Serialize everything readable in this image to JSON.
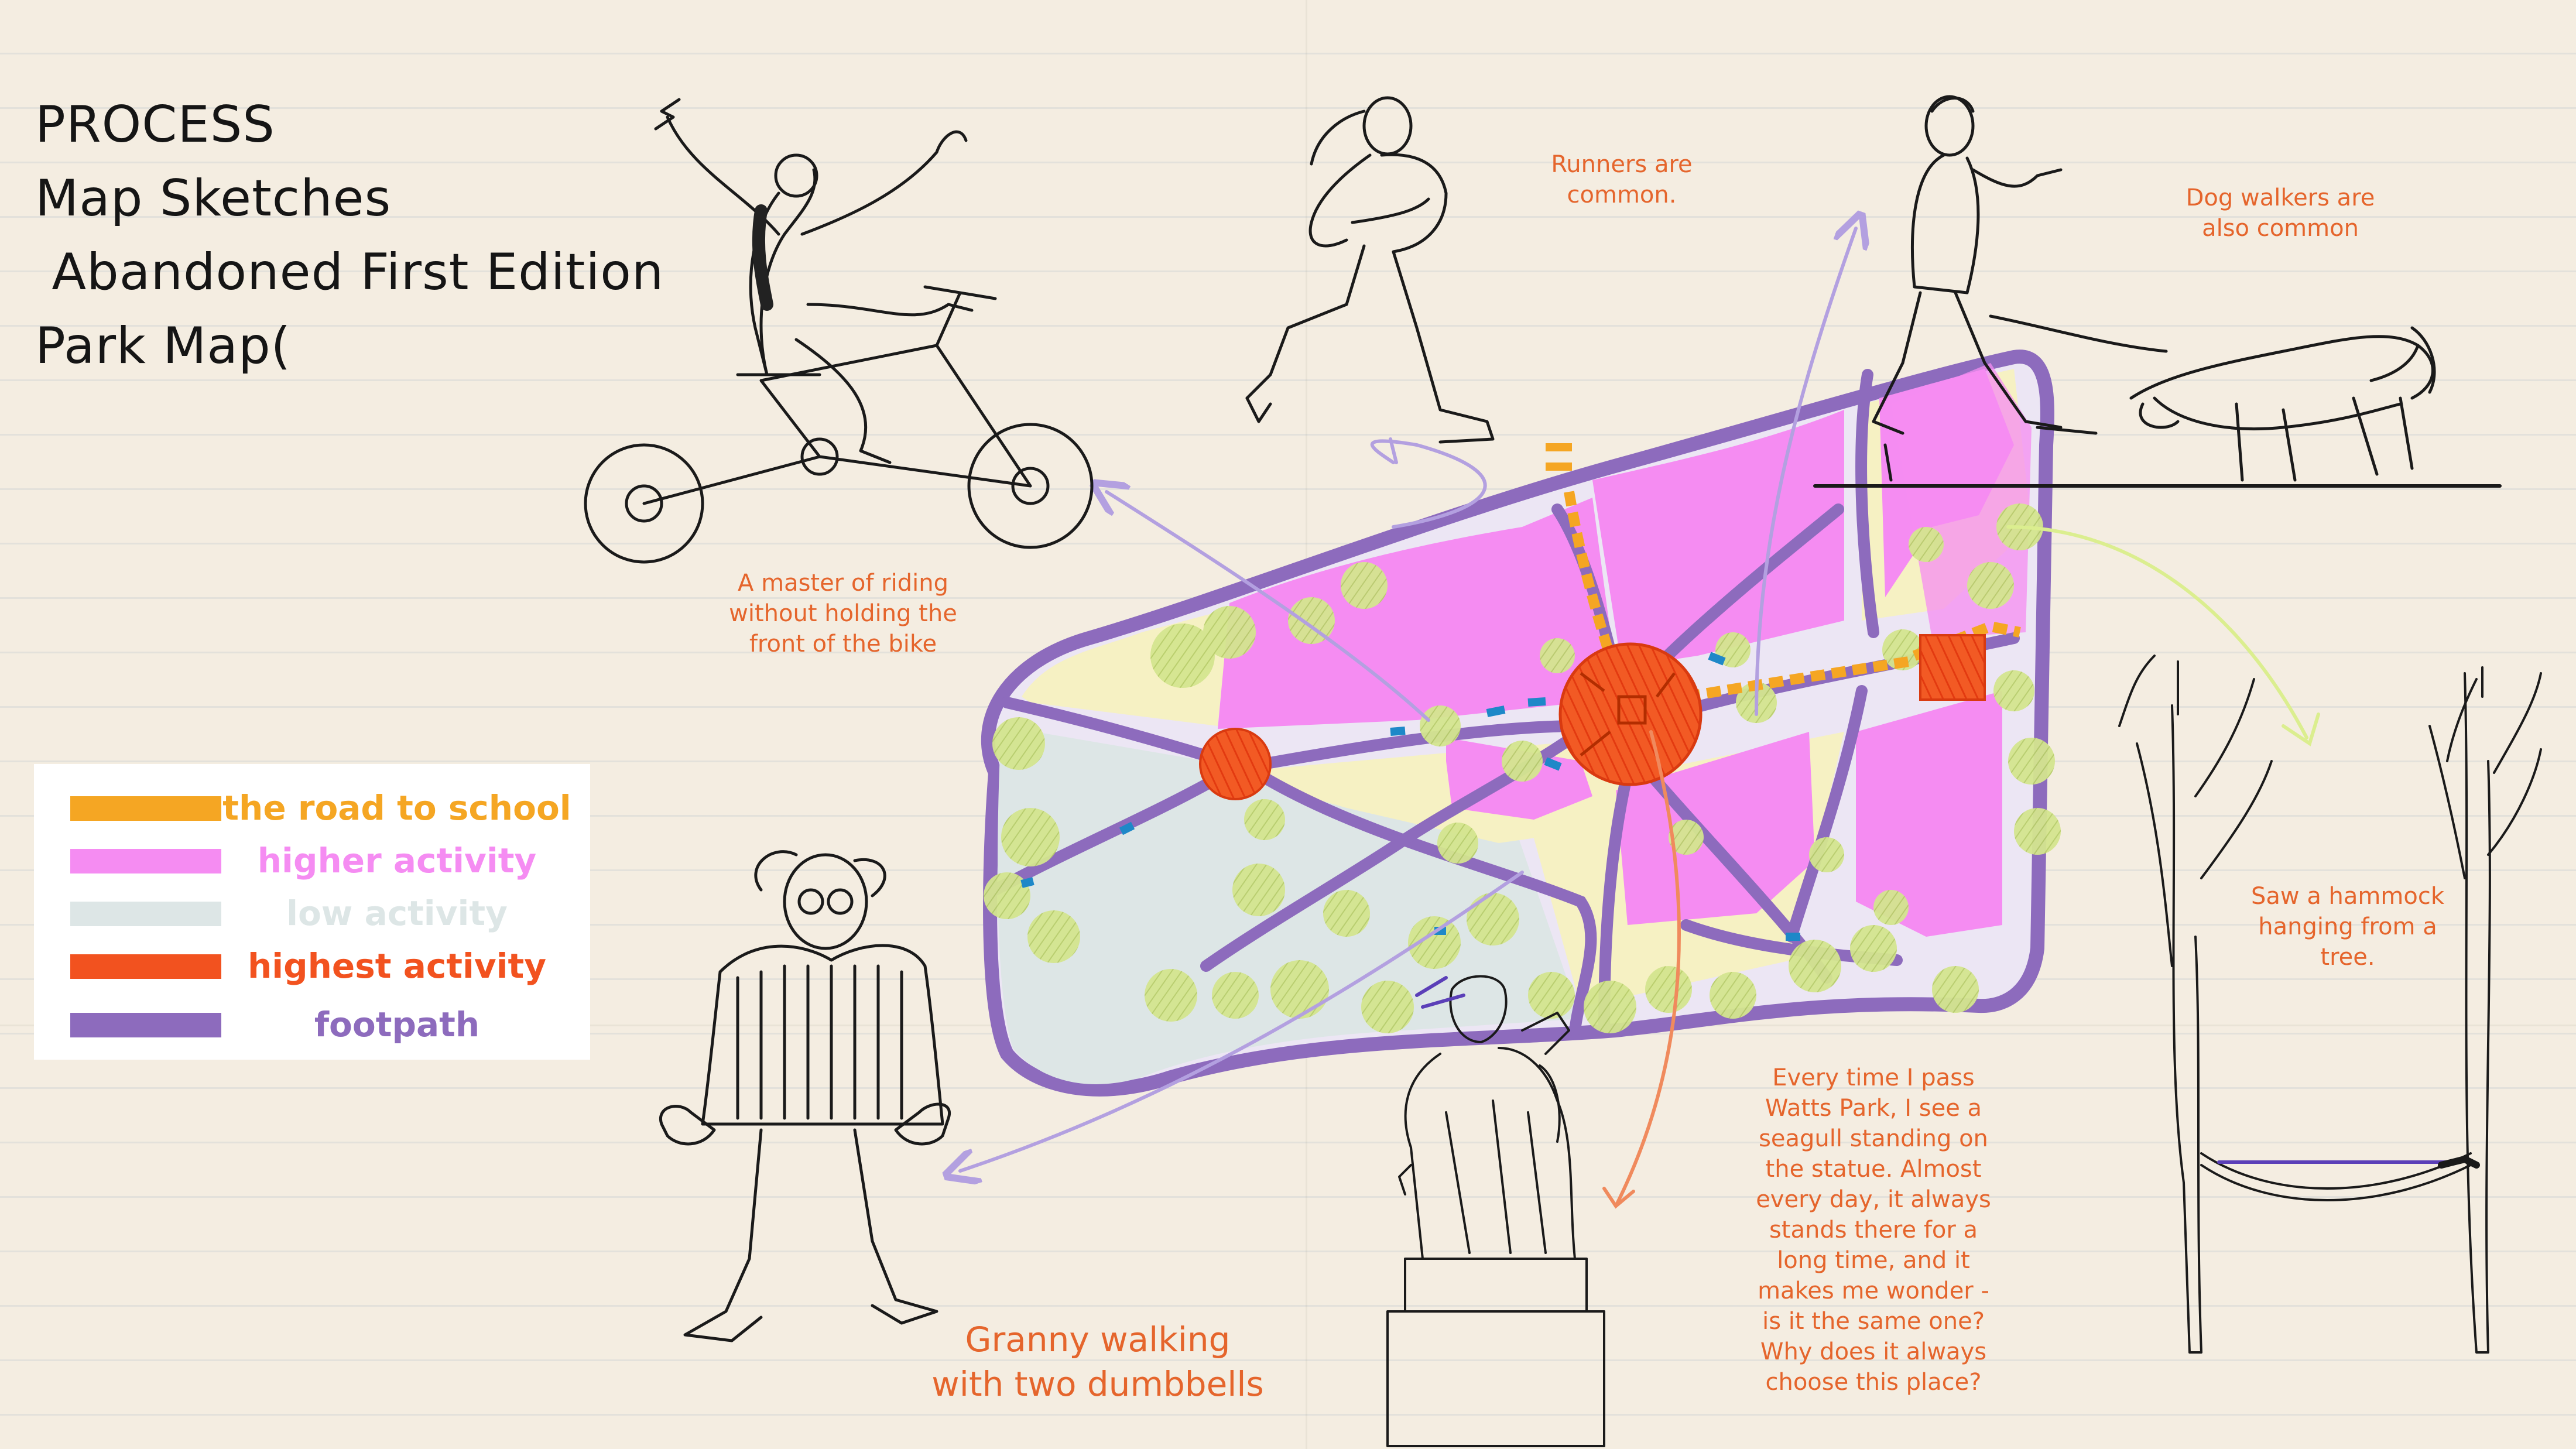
{
  "title_lines": [
    "PROCESS",
    "Map Sketches",
    " Abandoned First Edition",
    "Park Map("
  ],
  "annotations": {
    "bike": "A master of riding\nwithout holding the\nfront of the bike",
    "runners": "Runners are\ncommon.",
    "dogs": "Dog walkers are\nalso common",
    "hammock": "Saw a hammock\nhanging from a\ntree.",
    "seagull": "Every time I pass\nWatts Park, I see a\nseagull standing on\nthe statue. Almost\nevery day, it always\nstands there for a\nlong time, and it\nmakes me wonder -\nis it the same one?\nWhy does it always\nchoose this place?",
    "granny": "Granny walking\nwith two dumbbells"
  },
  "legend": [
    {
      "label": "the road to school",
      "color": "#f5a623"
    },
    {
      "label": "higher activity",
      "color": "#f58cf2"
    },
    {
      "label": "low activity",
      "color": "#dde6e6"
    },
    {
      "label": "highest activity",
      "color": "#f2521f"
    },
    {
      "label": "footpath",
      "color": "#8d6bbd"
    }
  ],
  "colors": {
    "background": "#f4ede1",
    "sketch_ink": "#1a1a1a",
    "annotation_text": "#e5652c",
    "park_cream": "#f6f1c3",
    "tree_green": "#cfe08a",
    "arrow_purple": "#b3a0e0",
    "arrow_lime": "#dbee8f",
    "arrow_orange": "#f08a5d",
    "statue_marker": "#1e88c8"
  },
  "icons": [
    "cyclist-sketch",
    "runner-sketch",
    "dog-walker-sketch",
    "granny-sketch",
    "statue-sketch",
    "hammock-trees-sketch"
  ]
}
